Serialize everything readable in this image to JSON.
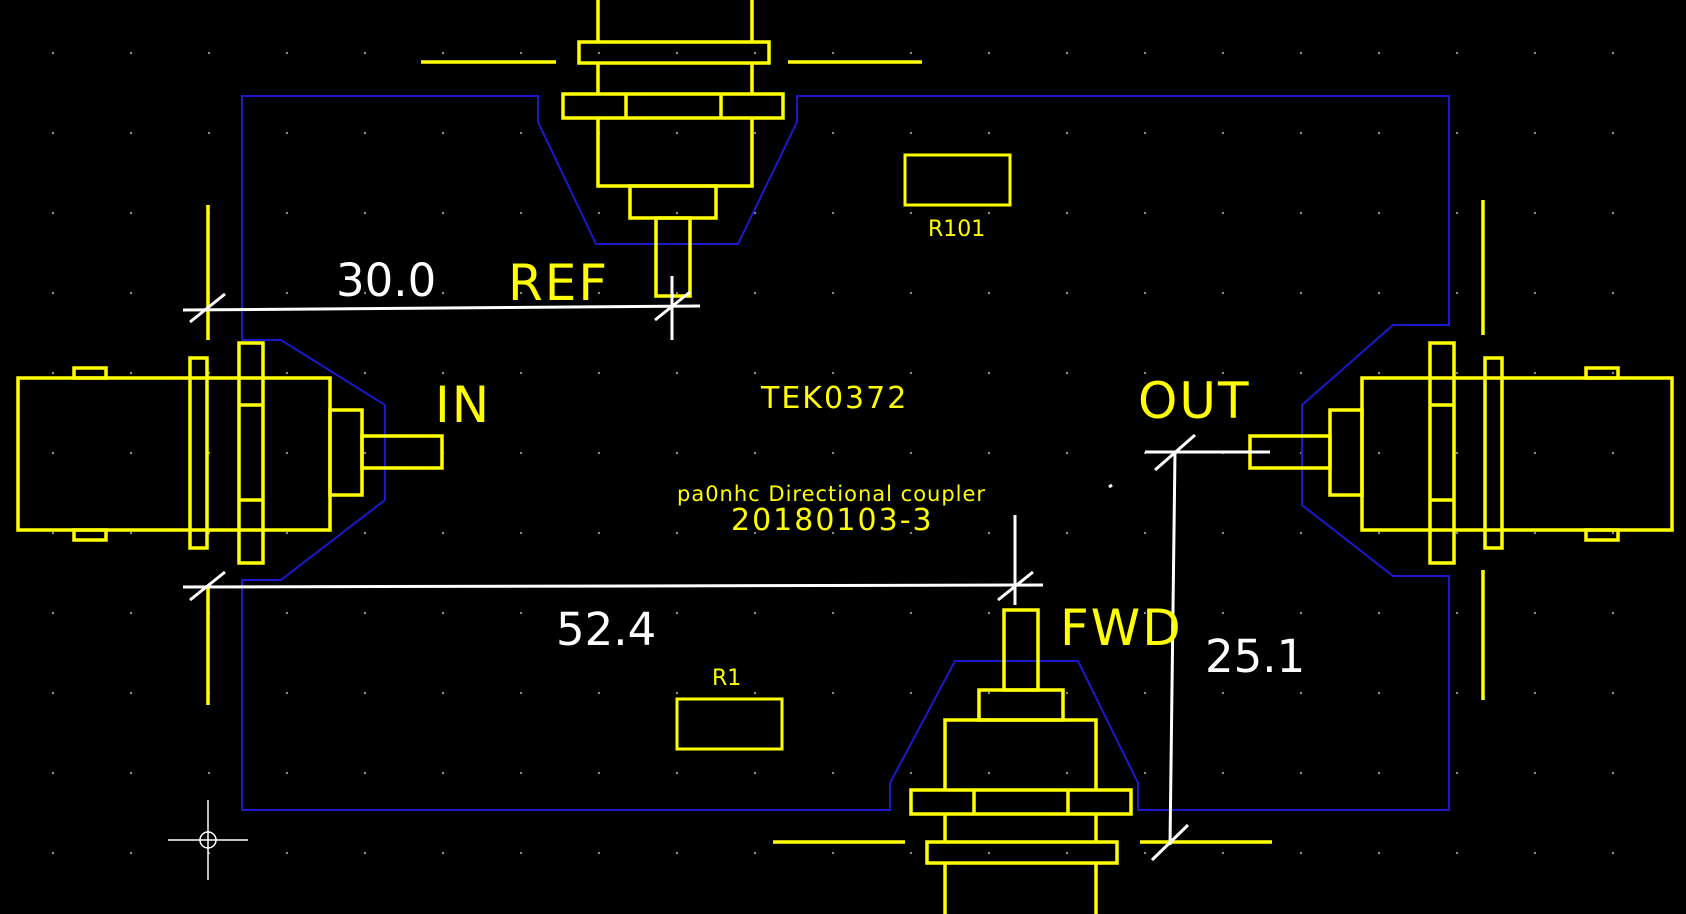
{
  "drawing": {
    "background": "#000000",
    "board_outline_color": "#1a1acc",
    "component_color": "#ffff00",
    "dimension_color": "#ffffff",
    "grid_dot_color": "#8a8a8a"
  },
  "labels": {
    "ref": "REF",
    "in": "IN",
    "out": "OUT",
    "fwd": "FWD",
    "part_number": "TEK0372",
    "description": "pa0nhc Directional coupler",
    "date_code": "20180103-3",
    "r101": "R101",
    "r1": "R1"
  },
  "dimensions": {
    "ref_offset": "30.0",
    "fwd_offset": "52.4",
    "out_offset": "25.1"
  },
  "cursor": {
    "icon": "crosshair-cursor-icon"
  }
}
